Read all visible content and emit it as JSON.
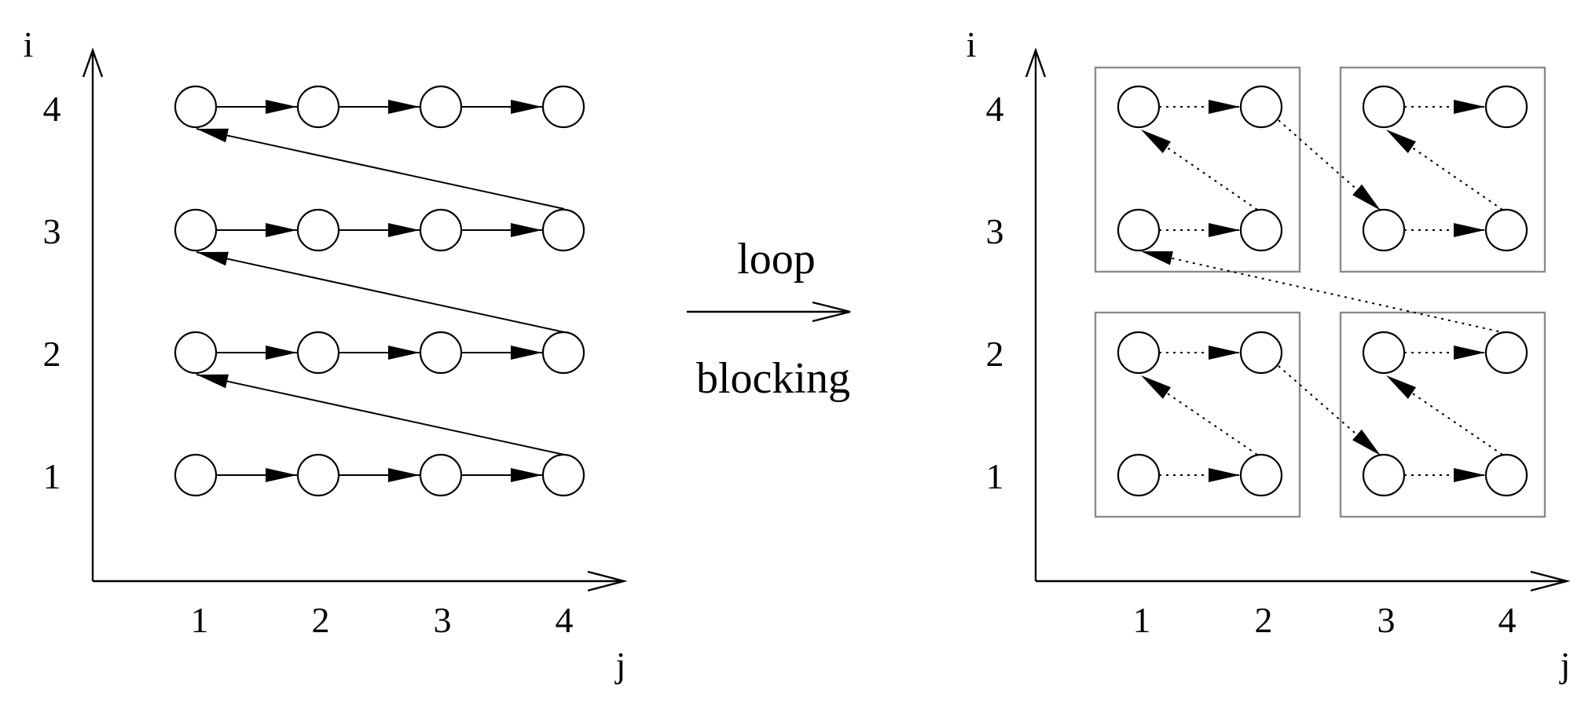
{
  "left_panel": {
    "y_axis_label": "i",
    "x_axis_label": "j",
    "y_ticks": [
      "1",
      "2",
      "3",
      "4"
    ],
    "x_ticks": [
      "1",
      "2",
      "3",
      "4"
    ]
  },
  "right_panel": {
    "y_axis_label": "i",
    "x_axis_label": "j",
    "y_ticks": [
      "1",
      "2",
      "3",
      "4"
    ],
    "x_ticks": [
      "1",
      "2",
      "3",
      "4"
    ]
  },
  "transformation": {
    "label_top": "loop",
    "label_bottom": "blocking"
  },
  "colors": {
    "ink": "#000000",
    "block_border": "#8a8a8a"
  }
}
